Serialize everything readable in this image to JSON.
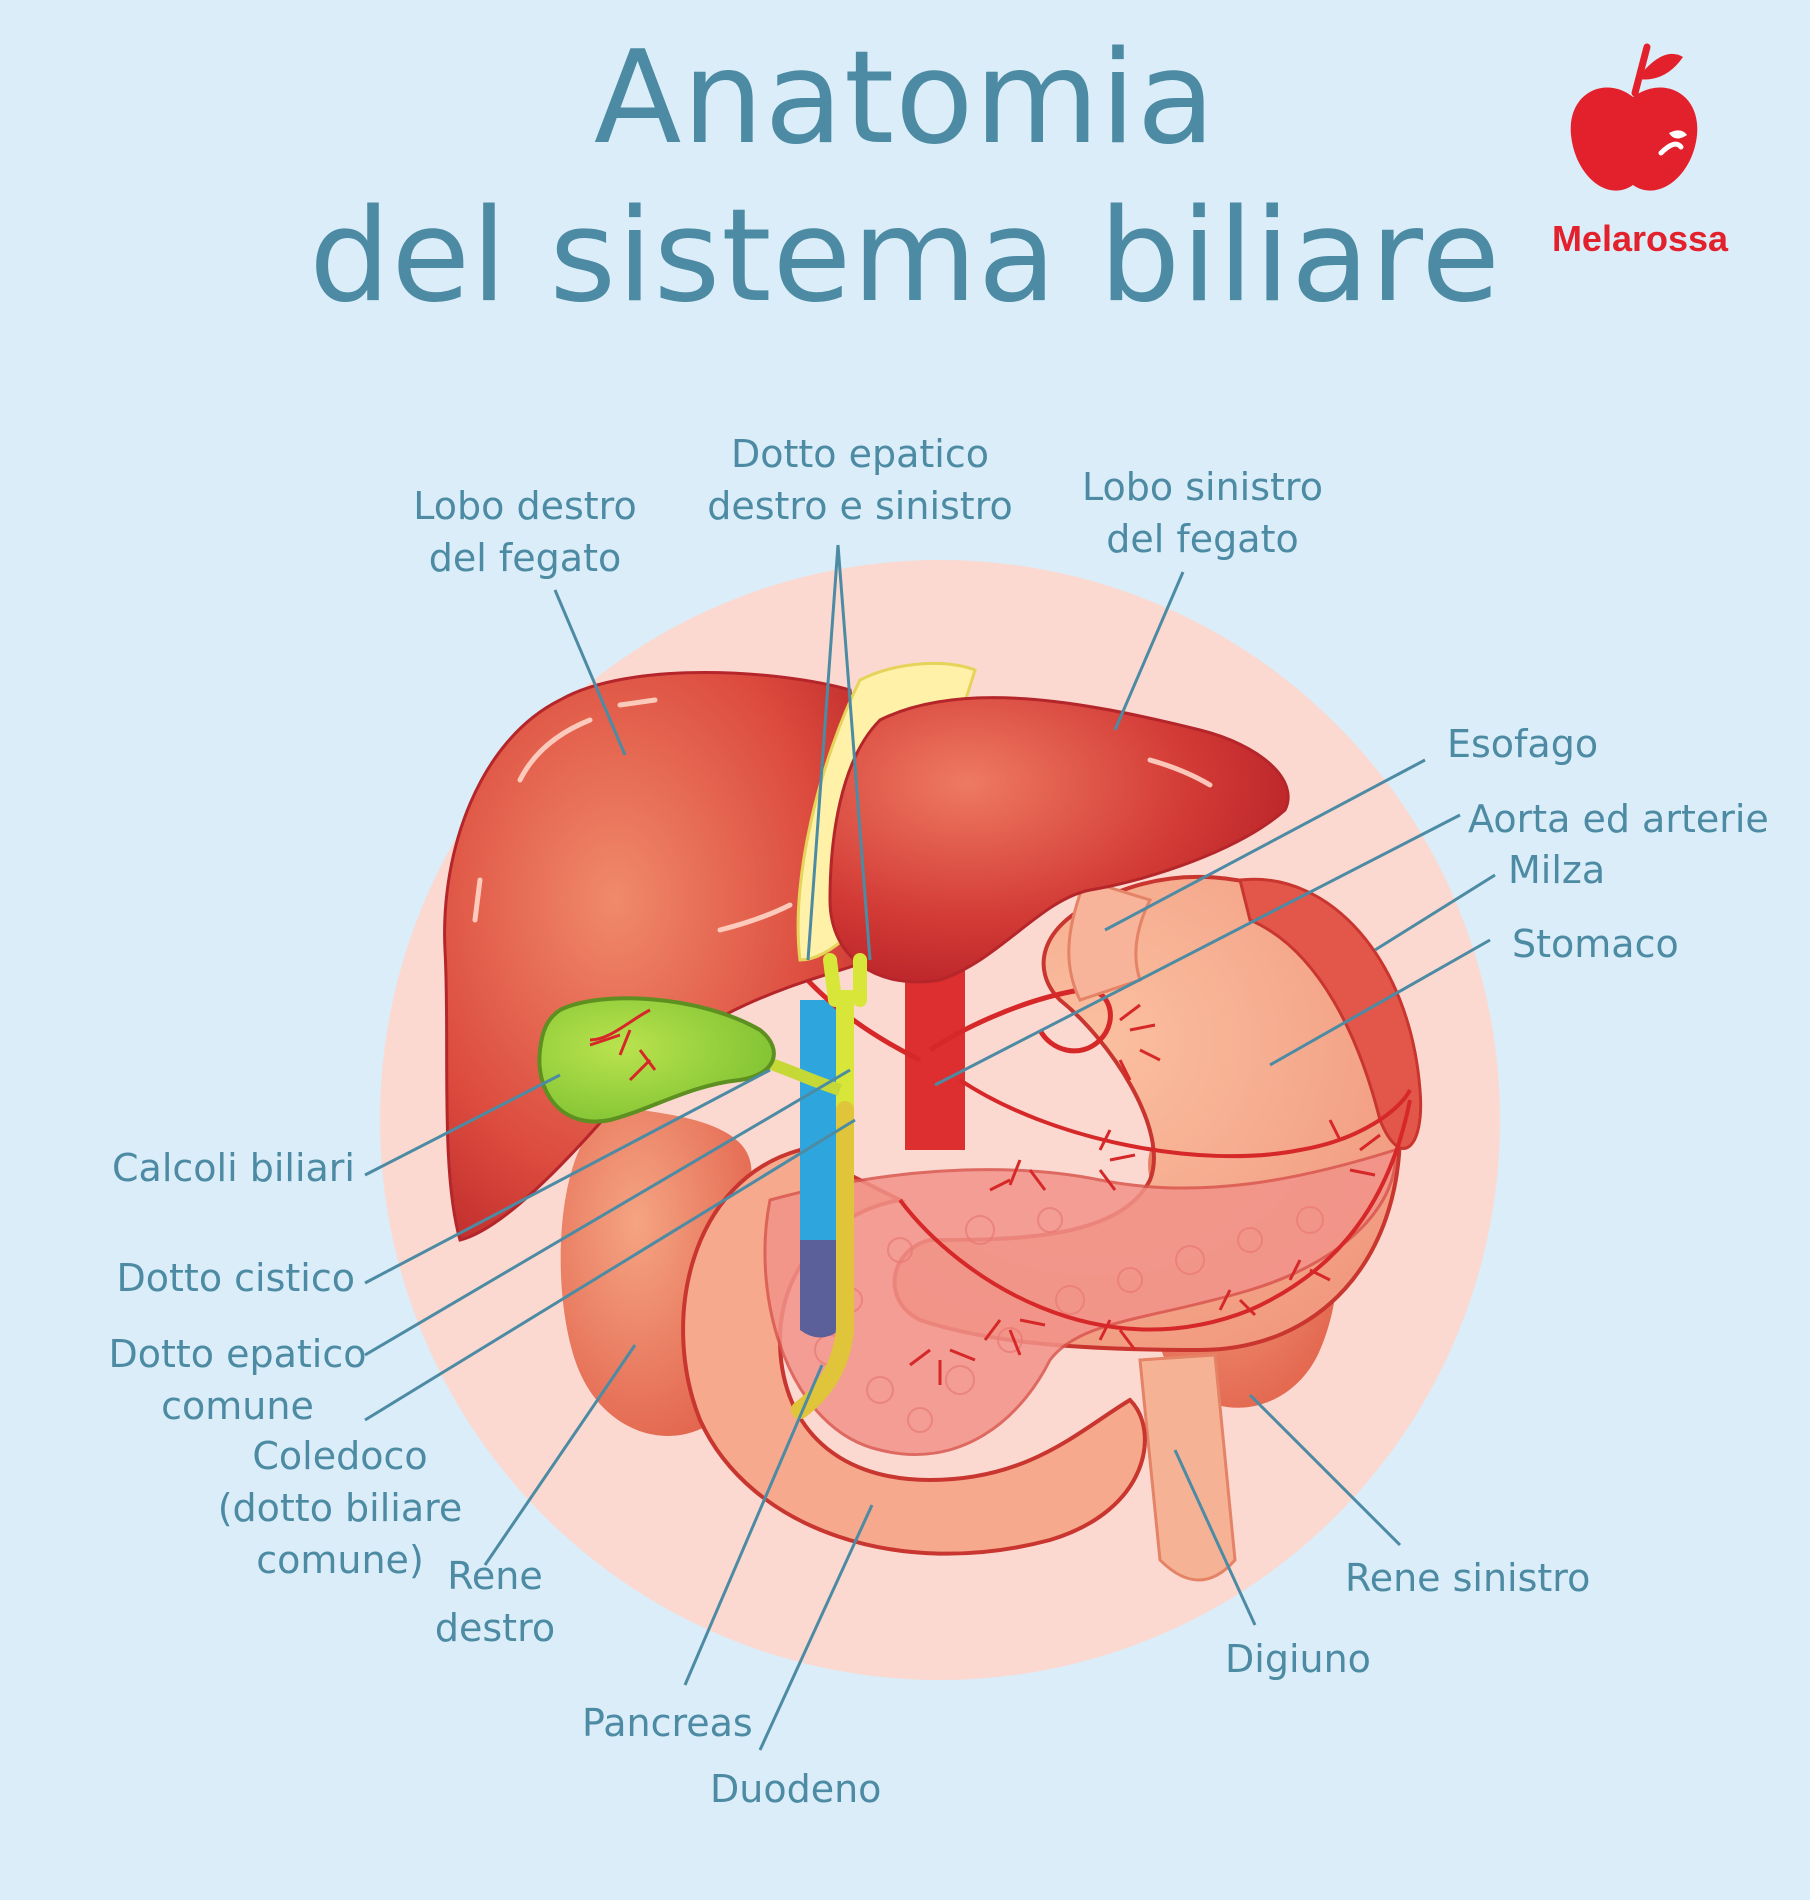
{
  "title": {
    "line1": "Anatomia",
    "line2": "del sistema biliare"
  },
  "brand": {
    "name": "Melarossa",
    "logo_icon": "apple-logo-icon",
    "color": "#e3212c"
  },
  "colors": {
    "background": "#daedf8",
    "halo": "#fbd9d1",
    "text": "#4c8ba3",
    "liver": "#d8413a",
    "gallbladder": "#8fcf2e",
    "bile_duct": "#d8e63a",
    "vein": "#2ea6dd"
  },
  "labels": {
    "lobo_destro": [
      "Lobo destro",
      "del fegato"
    ],
    "dotti_epatici": [
      "Dotto epatico",
      "destro e sinistro"
    ],
    "lobo_sinistro": [
      "Lobo sinistro",
      "del fegato"
    ],
    "esofago": "Esofago",
    "aorta": "Aorta ed arterie",
    "milza": "Milza",
    "stomaco": "Stomaco",
    "calcoli": "Calcoli biliari",
    "dotto_cistico": "Dotto cistico",
    "dotto_epatico_comune": [
      "Dotto epatico",
      "comune"
    ],
    "coledoco": [
      "Coledoco",
      "(dotto biliare",
      "comune)"
    ],
    "rene_destro": [
      "Rene",
      "destro"
    ],
    "pancreas": "Pancreas",
    "duodeno": "Duodeno",
    "digiuno": "Digiuno",
    "rene_sinistro": "Rene sinistro"
  }
}
